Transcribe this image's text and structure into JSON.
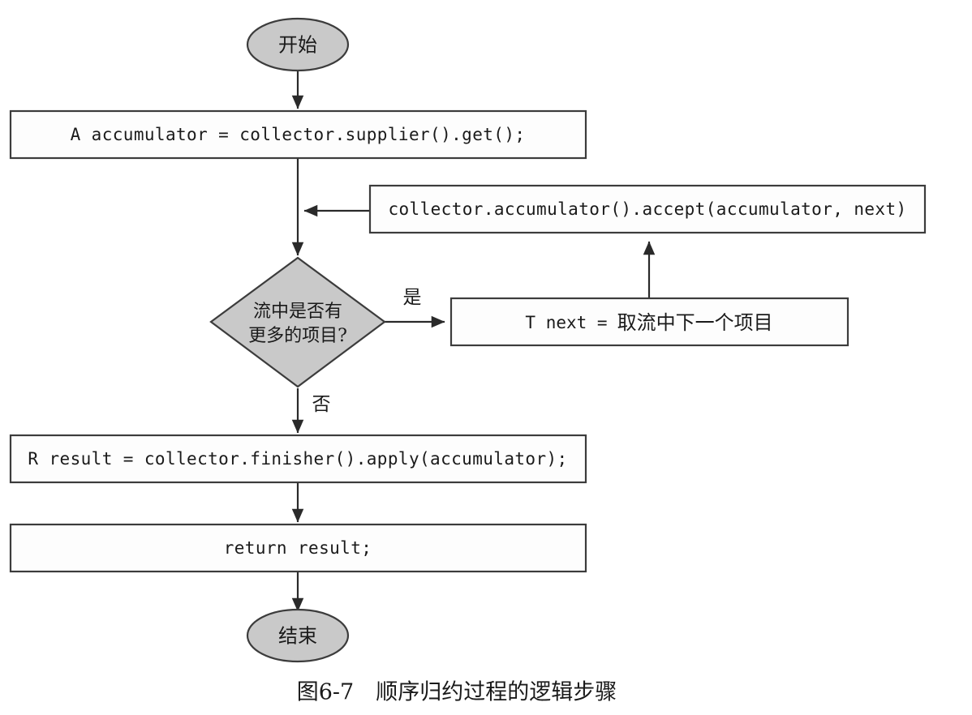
{
  "figure": {
    "caption": "图6-7　顺序归约过程的逻辑步骤",
    "caption_number": "图6-7",
    "caption_title": "顺序归约过程的逻辑步骤"
  },
  "colors": {
    "shape_gray_fill": "#c9c9c9",
    "shape_white_fill": "#fdfdfd",
    "shape_border": "#3c3c3c",
    "connector": "#2a2a2a",
    "text": "#1a1a1a",
    "page_background": "#ffffff"
  },
  "nodes": {
    "start": {
      "type": "terminator",
      "label": "开始",
      "fill": "gray"
    },
    "init_accumulator": {
      "type": "process",
      "label": "A accumulator = collector.supplier().get();",
      "fill": "white"
    },
    "accumulate": {
      "type": "process",
      "label": "collector.accumulator().accept(accumulator, next)",
      "fill": "white"
    },
    "decision_more_items": {
      "type": "decision",
      "label": "流中是否有更多的项目?",
      "label_line1": "流中是否有",
      "label_line2": "更多的项目?",
      "fill": "gray"
    },
    "take_next": {
      "type": "process",
      "label": "T next = 取流中下一个项目",
      "label_code_part": "T next =",
      "label_cjk_part": "取流中下一个项目",
      "fill": "white"
    },
    "finish": {
      "type": "process",
      "label": "R result = collector.finisher().apply(accumulator);",
      "fill": "white"
    },
    "return_result": {
      "type": "process",
      "label": "return result;",
      "fill": "white"
    },
    "end": {
      "type": "terminator",
      "label": "结束",
      "fill": "gray"
    }
  },
  "edge_labels": {
    "yes": "是",
    "no": "否"
  },
  "chart_data": {
    "type": "flowchart",
    "title": "图6-7　顺序归约过程的逻辑步骤",
    "nodes": [
      {
        "id": "start",
        "shape": "ellipse",
        "text": "开始",
        "fill": "#c9c9c9"
      },
      {
        "id": "init_accumulator",
        "shape": "rectangle",
        "text": "A accumulator = collector.supplier().get();",
        "fill": "#fdfdfd"
      },
      {
        "id": "accumulate",
        "shape": "rectangle",
        "text": "collector.accumulator().accept(accumulator, next)",
        "fill": "#fdfdfd"
      },
      {
        "id": "decision_more_items",
        "shape": "diamond",
        "text": "流中是否有更多的项目?",
        "fill": "#c9c9c9"
      },
      {
        "id": "take_next",
        "shape": "rectangle",
        "text": "T next = 取流中下一个项目",
        "fill": "#fdfdfd"
      },
      {
        "id": "finish",
        "shape": "rectangle",
        "text": "R result = collector.finisher().apply(accumulator);",
        "fill": "#fdfdfd"
      },
      {
        "id": "return_result",
        "shape": "rectangle",
        "text": "return result;",
        "fill": "#fdfdfd"
      },
      {
        "id": "end",
        "shape": "ellipse",
        "text": "结束",
        "fill": "#c9c9c9"
      }
    ],
    "edges": [
      {
        "from": "start",
        "to": "init_accumulator",
        "label": ""
      },
      {
        "from": "init_accumulator",
        "to": "decision_more_items",
        "label": ""
      },
      {
        "from": "accumulate",
        "to": "init_accumulator_to_decision_line",
        "label": ""
      },
      {
        "from": "decision_more_items",
        "to": "take_next",
        "label": "是"
      },
      {
        "from": "take_next",
        "to": "accumulate",
        "label": ""
      },
      {
        "from": "decision_more_items",
        "to": "finish",
        "label": "否"
      },
      {
        "from": "finish",
        "to": "return_result",
        "label": ""
      },
      {
        "from": "return_result",
        "to": "end",
        "label": ""
      }
    ]
  }
}
